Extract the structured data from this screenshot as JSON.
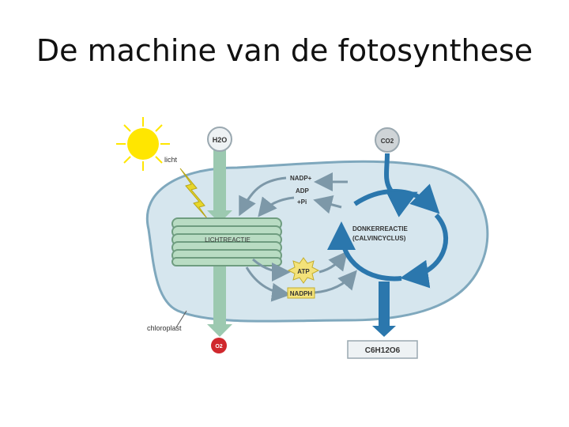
{
  "title": "De machine van de fotosynthese",
  "labels": {
    "light": "licht",
    "water": "H2O",
    "co2": "CO2",
    "nadp": "NADP+",
    "adp": "ADP",
    "pi": "+Pi",
    "light_reaction": "LICHTREACTIE",
    "dark_reaction_1": "DONKERREACTIE",
    "dark_reaction_2": "(CALVINCYCLUS)",
    "atp": "ATP",
    "nadph": "NADPH",
    "chloroplast": "chloroplast",
    "oxygen": "O2",
    "glucose": "C6H12O6"
  },
  "colors": {
    "chloroplast_fill": "#d6e6ee",
    "chloroplast_stroke": "#7fa8bd",
    "thylakoid_fill": "#b9dcc3",
    "water_arrow": "#9cc9b0",
    "calvin_arrow": "#2b77ad",
    "sun": "#ffe600",
    "lightning": "#e7d62a",
    "badge_yellow": "#f3e27a",
    "oxygen_red": "#d0282d"
  }
}
